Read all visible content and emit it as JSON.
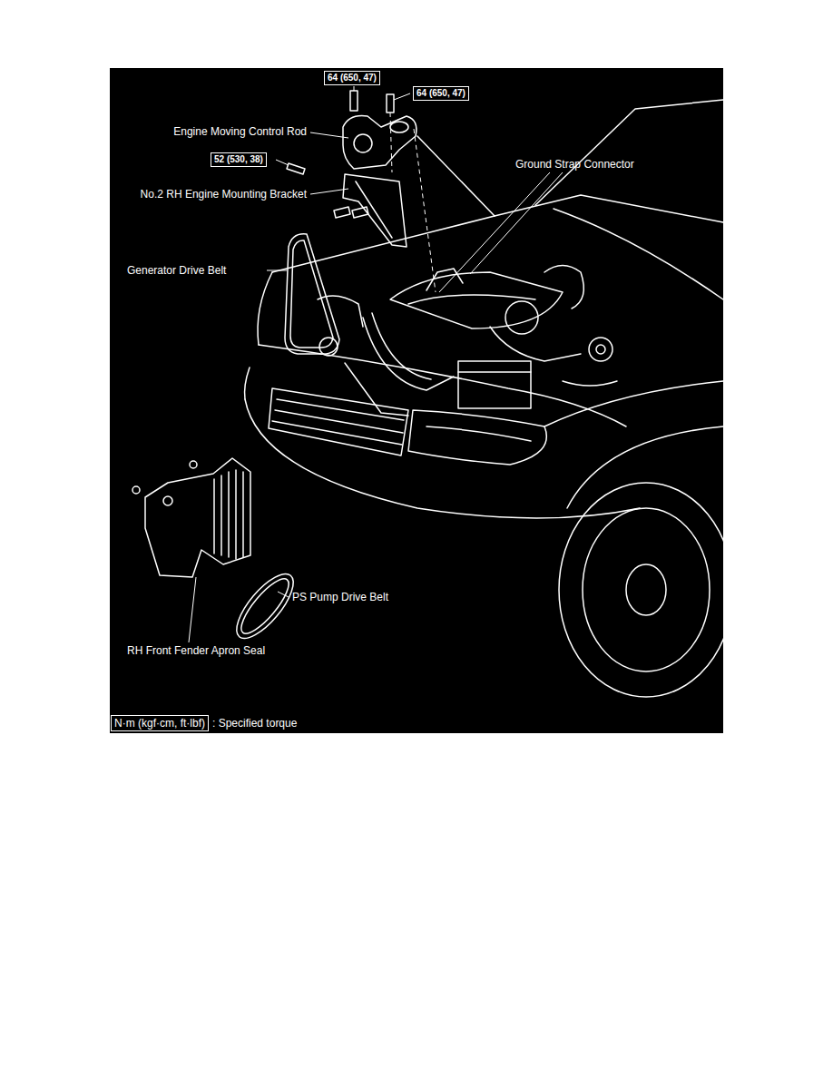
{
  "diagram": {
    "nodes": [
      {
        "text": [
          "64 (650, 47)"
        ]
      },
      {
        "text": [
          "64 (650, 47)"
        ]
      },
      {
        "text": [
          "52 (530, 38)"
        ]
      },
      {
        "text": [
          "N·m (kgf·cm, ft·lbf)"
        ]
      }
    ],
    "labels": [
      "Engine Moving Control Rod",
      "No.2 RH Engine Mounting Bracket",
      "Ground Strap Connector",
      "Generator Drive Belt",
      "PS Pump Drive Belt",
      "RH Front Fender Apron Seal",
      ": Specified torque"
    ]
  }
}
